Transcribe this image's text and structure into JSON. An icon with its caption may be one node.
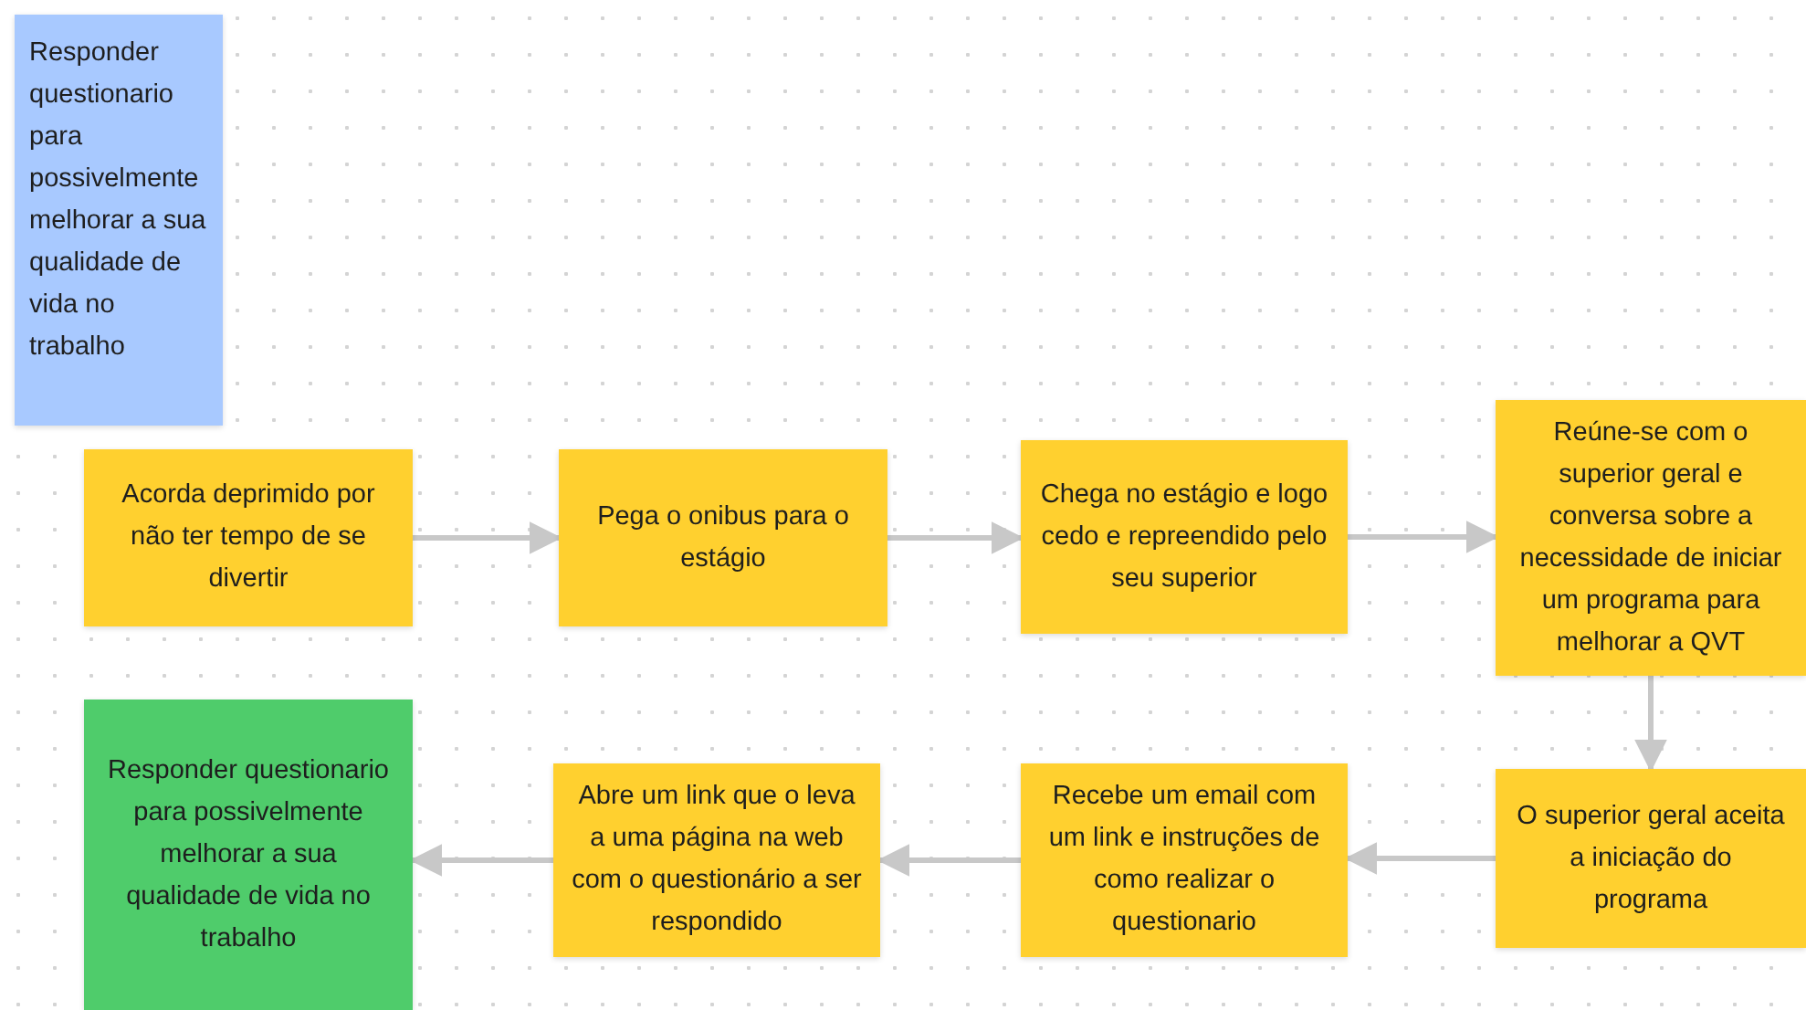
{
  "diagram": {
    "nodes": [
      {
        "text": [
          "Responder questionario para possivelmente melhorar a sua qualidade de vida no trabalho"
        ]
      },
      {
        "text": [
          "Acorda deprimido por não ter tempo de se divertir"
        ]
      },
      {
        "text": [
          "Pega o onibus para o estágio"
        ]
      },
      {
        "text": [
          "Chega no estágio e logo cedo e repreendido pelo seu superior"
        ]
      },
      {
        "text": [
          "Reúne-se com o superior geral e conversa sobre a necessidade de iniciar um programa para melhorar a QVT"
        ]
      },
      {
        "text": [
          "O superior geral aceita a iniciação do programa"
        ]
      },
      {
        "text": [
          "Recebe um email com um link e instruções de como realizar o questionario"
        ]
      },
      {
        "text": [
          "Abre um link que o leva a uma página na web com o questionário a ser respondido"
        ]
      },
      {
        "text": [
          "Responder questionario para possivelmente melhorar a sua qualidade de vida no trabalho"
        ]
      }
    ],
    "edges": [
      {
        "from": 1,
        "to": 2,
        "arrow": "to"
      },
      {
        "from": 2,
        "to": 3,
        "arrow": "to"
      },
      {
        "from": 3,
        "to": 4,
        "arrow": "to"
      },
      {
        "from": 4,
        "to": 5,
        "arrow": "to"
      },
      {
        "from": 5,
        "to": 6,
        "arrow": "to"
      },
      {
        "from": 6,
        "to": 7,
        "arrow": "to"
      },
      {
        "from": 7,
        "to": 8,
        "arrow": "to"
      }
    ]
  }
}
